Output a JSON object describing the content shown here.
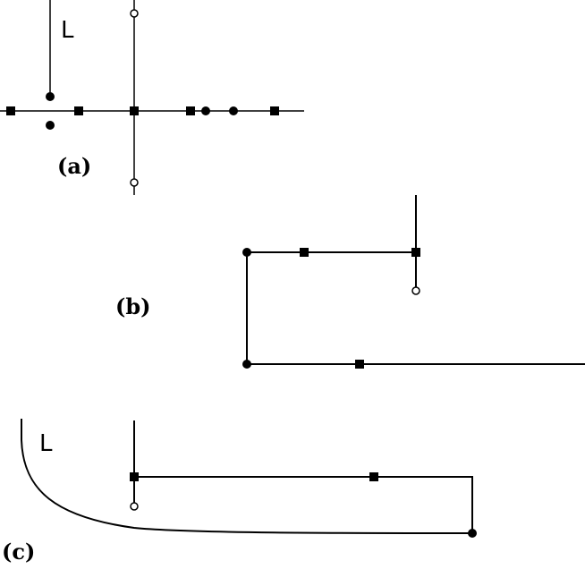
{
  "panels": {
    "a": {
      "label": "(a)",
      "curve_label": "L"
    },
    "b": {
      "label": "(b)"
    },
    "c": {
      "label": "(c)",
      "curve_label": "L"
    }
  },
  "legend_symbols": [
    "filled-circle",
    "filled-square",
    "open-circle"
  ]
}
